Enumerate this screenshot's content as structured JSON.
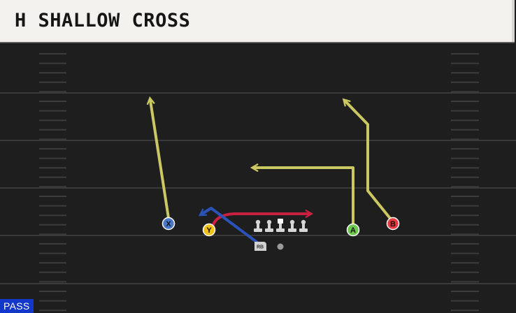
{
  "play": {
    "title": "H SHALLOW CROSS",
    "type_badge": "PASS"
  },
  "players": [
    {
      "id": "x",
      "label": "X",
      "role": "receiver",
      "color": "#4a78c8"
    },
    {
      "id": "y",
      "label": "Y",
      "role": "tight-end",
      "color": "#f2c21b"
    },
    {
      "id": "a",
      "label": "A",
      "role": "receiver",
      "color": "#6cc94b"
    },
    {
      "id": "b",
      "label": "B",
      "role": "receiver",
      "color": "#e8393f"
    },
    {
      "id": "rb",
      "label": "RB",
      "role": "running-back",
      "color": "#d2d2d2"
    }
  ],
  "route_colors": {
    "x": "#cbc763",
    "y": "#c8203f",
    "a": "#cbc763",
    "b": "#cbc763",
    "rb": "#2a52b8"
  },
  "field_colors": {
    "turf": "#1e1e1e",
    "yard_line": "#3a3a3a",
    "hash": "#3c3c3c"
  }
}
